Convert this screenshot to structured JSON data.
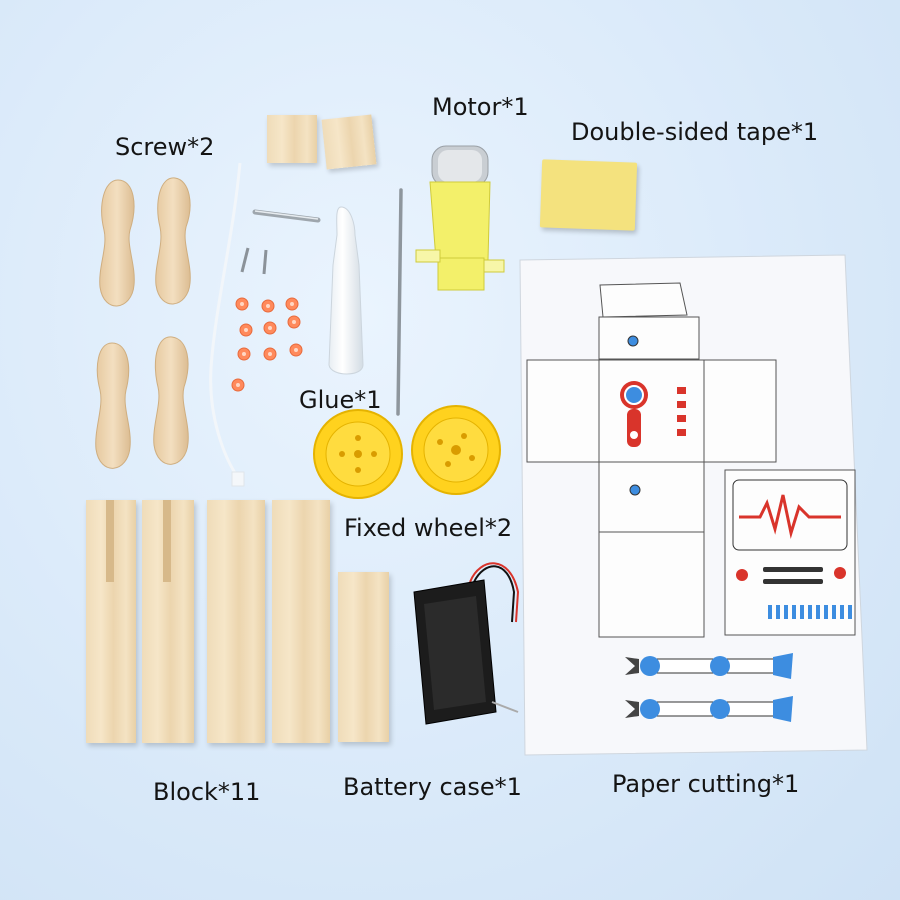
{
  "labels": {
    "screw": "Screw*2",
    "motor": "Motor*1",
    "tape": "Double-sided tape*1",
    "glue": "Glue*1",
    "wheel": "Fixed wheel*2",
    "block": "Block*11",
    "battery": "Battery case*1",
    "paper": "Paper cutting*1"
  },
  "colors": {
    "background": "#d9e9f9",
    "wood": "#f2e0bf",
    "wheel": "#ffd21e",
    "motor": "#f3f06a",
    "tape": "#f4e27e",
    "bead": "#ff8a5c",
    "battery": "#1c1c1c",
    "paper_red": "#d9342b",
    "paper_blue": "#3d8de0"
  }
}
